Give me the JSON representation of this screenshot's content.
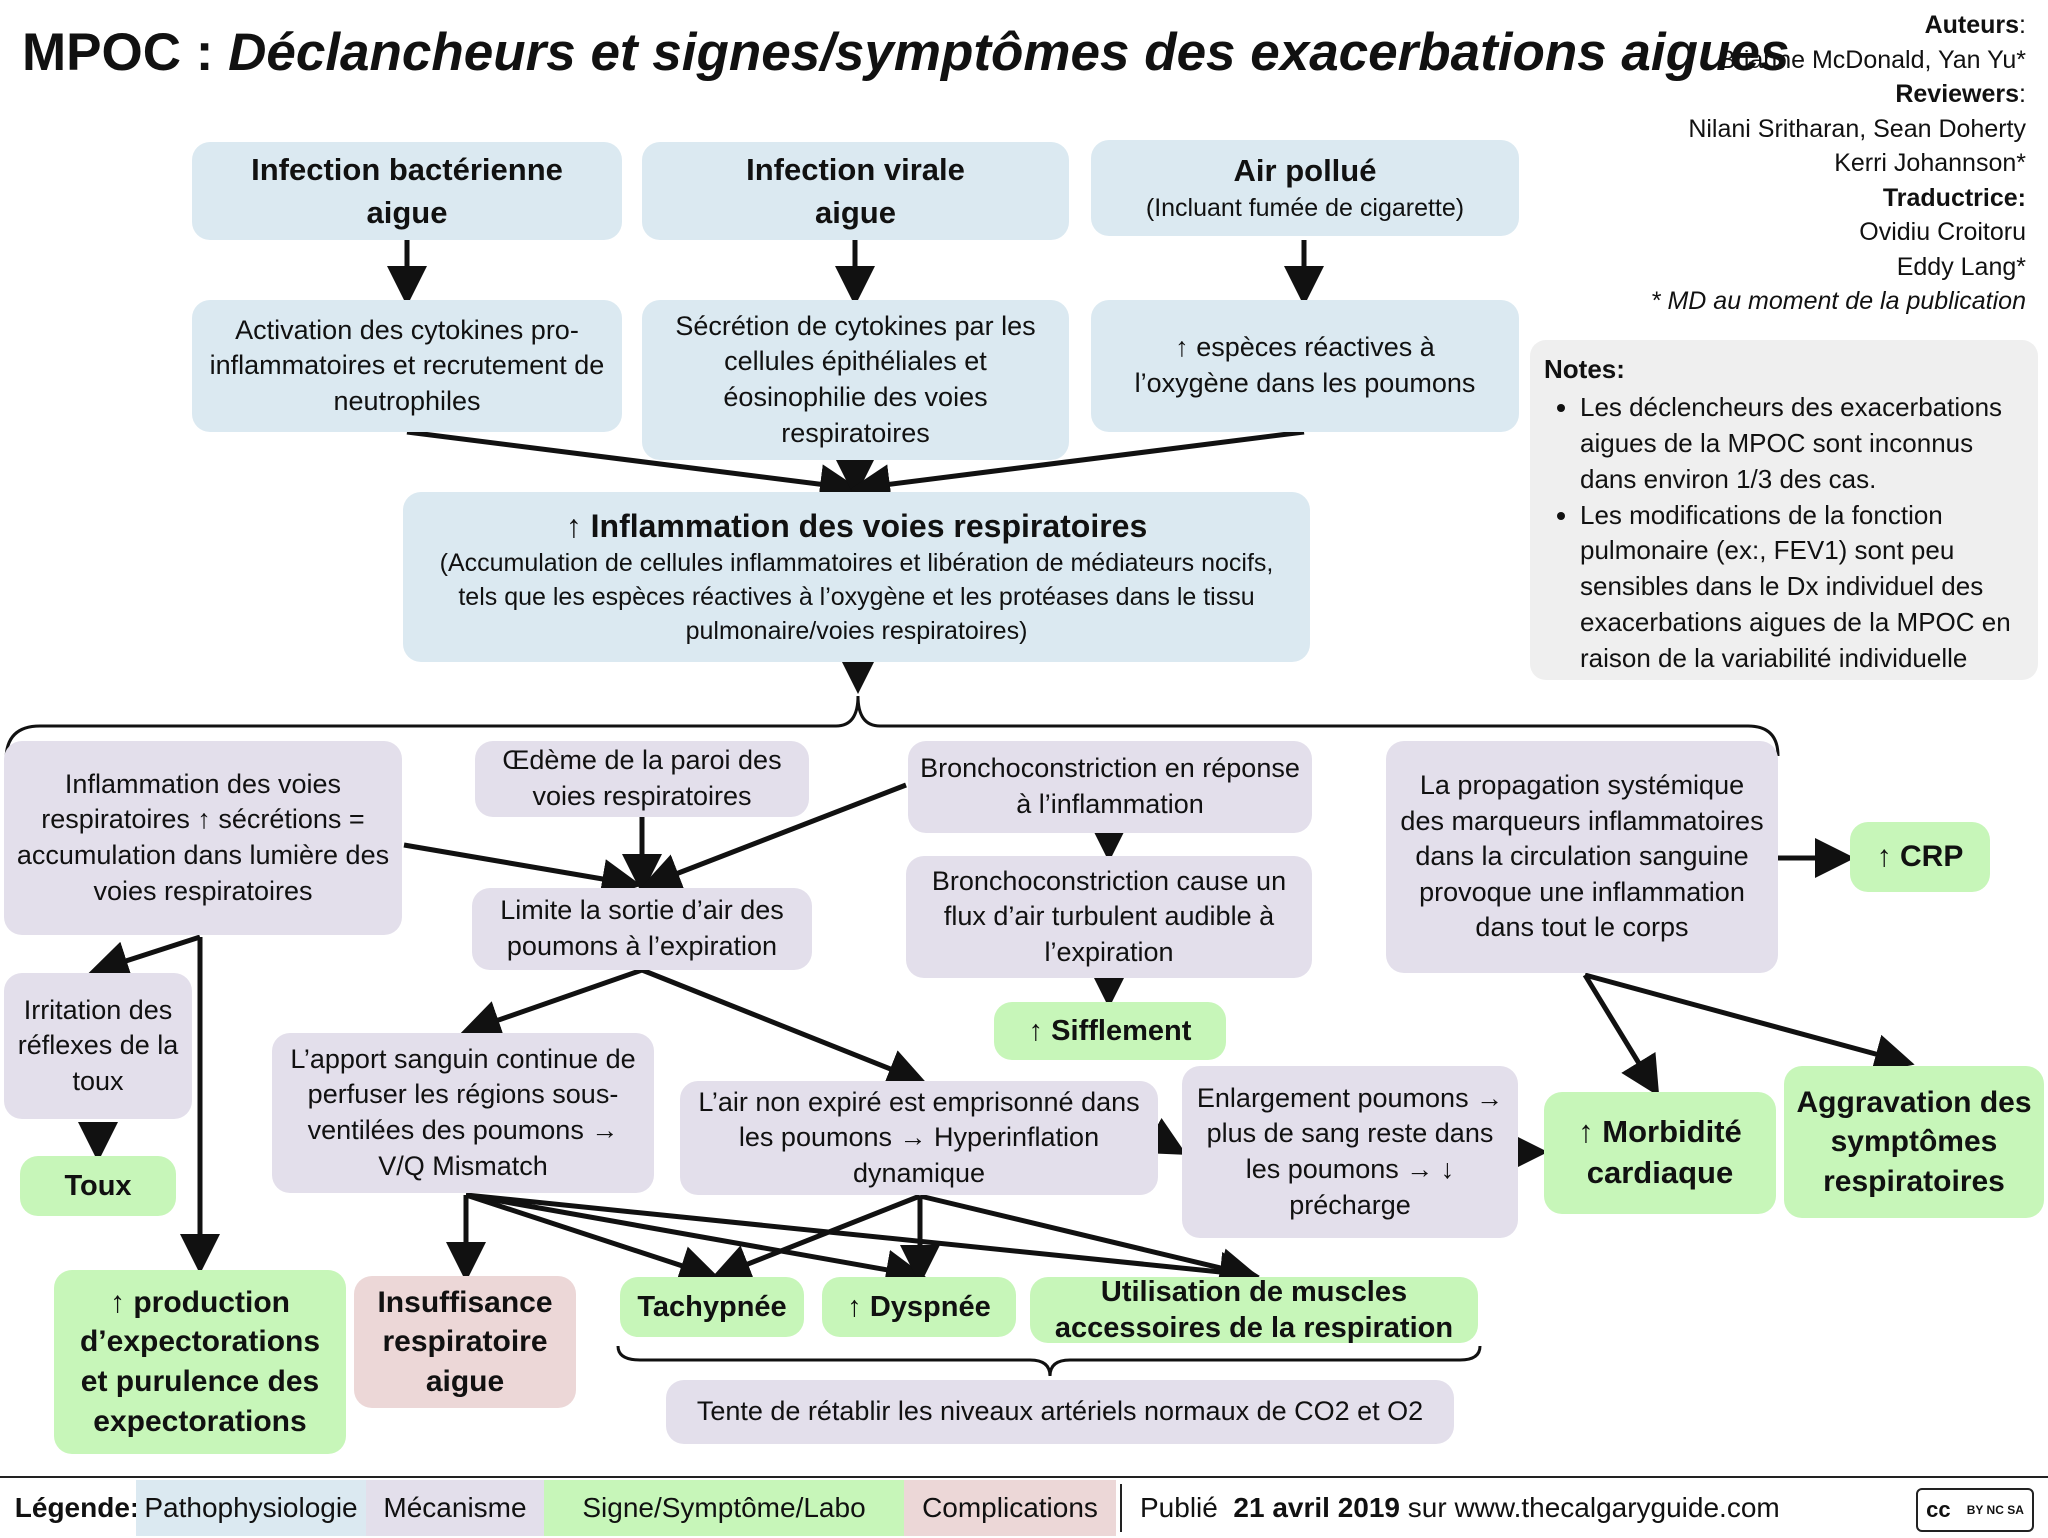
{
  "title": {
    "main": "MPOC :",
    "italic": "Déclancheurs et signes/symptômes des exacerbations aigues"
  },
  "authors": {
    "authors_label": "Auteurs",
    "authors_names": "Brianne McDonald, Yan Yu*",
    "reviewers_label": "Reviewers",
    "reviewers_line1": "Nilani Sritharan, Sean Doherty",
    "reviewers_line2": "Kerri Johannson*",
    "translator_label": "Traductrice:",
    "translator_line1": "Ovidiu Croitoru",
    "translator_line2": "Eddy Lang*",
    "note": "* MD au moment de la publication"
  },
  "notes": {
    "title": "Notes:",
    "items": [
      "Les déclencheurs des exacerbations aigues de la MPOC sont inconnus dans environ 1/3 des cas.",
      "Les modifications de la fonction pulmonaire (ex:, FEV1) sont peu sensibles dans le Dx individuel des exacerbations aigues de la MPOC en raison de la variabilité individuelle"
    ]
  },
  "triggers": {
    "bacterial": {
      "title": "Infection bactérienne aigue",
      "detail": "Activation des cytokines pro-inflammatoires et recrutement de neutrophiles"
    },
    "viral": {
      "title": "Infection virale aigue",
      "detail": "Sécrétion de cytokines par les cellules épithéliales et éosinophilie des voies respiratoires"
    },
    "air": {
      "title": "Air pollué",
      "subtitle": "(Incluant fumée de cigarette)",
      "detail": "↑ espèces réactives à l’oxygène dans les poumons"
    }
  },
  "inflammation": {
    "title": "↑ Inflammation des voies respiratoires",
    "detail": "(Accumulation de cellules inflammatoires et libération de médiateurs nocifs, tels que les espèces réactives à l’oxygène et les protéases dans le tissu pulmonaire/voies respiratoires)"
  },
  "mechanisms": {
    "secretions": "Inflammation des voies respiratoires ↑ sécrétions = accumulation dans lumière des voies respiratoires",
    "edema": "Œdème de la paroi des voies respiratoires",
    "bronchoconstriction": "Bronchoconstriction en réponse à l’inflammation",
    "turbulent": "Bronchoconstriction cause un flux d’air turbulent audible à l’expiration",
    "systemic": "La propagation systémique des marqueurs inflammatoires dans la circulation sanguine provoque une inflammation dans tout le corps",
    "cough_reflex": "Irritation des réflexes de la toux",
    "airflow_limit": "Limite la sortie d’air des poumons à l’expiration",
    "vq": "L’apport sanguin continue de perfuser les régions sous-ventilées des poumons → V/Q Mismatch",
    "hyperinflation": "L’air non expiré est emprisonné dans les poumons → Hyperinflation dynamique",
    "enlargement": "Enlargement poumons → plus de sang reste dans les poumons → ↓ précharge",
    "restore": "Tente de rétablir les niveaux artériels normaux de CO2 et O2"
  },
  "signs": {
    "crp": "↑ CRP",
    "wheeze": "↑ Sifflement",
    "cough": "Toux",
    "sputum": "↑ production d’expectorations et purulence des expectorations",
    "tachypnea": "Tachypnée",
    "dyspnea": "↑ Dyspnée",
    "accessory": "Utilisation de muscles accessoires de la respiration",
    "cardiac": "↑ Morbidité cardiaque",
    "worsening": "Aggravation des symptômes respiratoires"
  },
  "complications": {
    "respiratory_failure": "Insuffisance respiratoire aigue"
  },
  "legend": {
    "label": "Légende:",
    "items": [
      "Pathophysiologie",
      "Mécanisme",
      "Signe/Symptôme/Labo",
      "Complications"
    ],
    "colors": {
      "patho": "#dbe9f1",
      "mech": "#e3dfeb",
      "sign": "#c7f6b9",
      "comp": "#ecd7d7"
    }
  },
  "publication": {
    "prefix": "Publié",
    "date": "21 avril 2019",
    "suffix": "sur www.thecalgaryguide.com"
  },
  "license": {
    "badge": "cc",
    "terms": "BY NC SA"
  }
}
